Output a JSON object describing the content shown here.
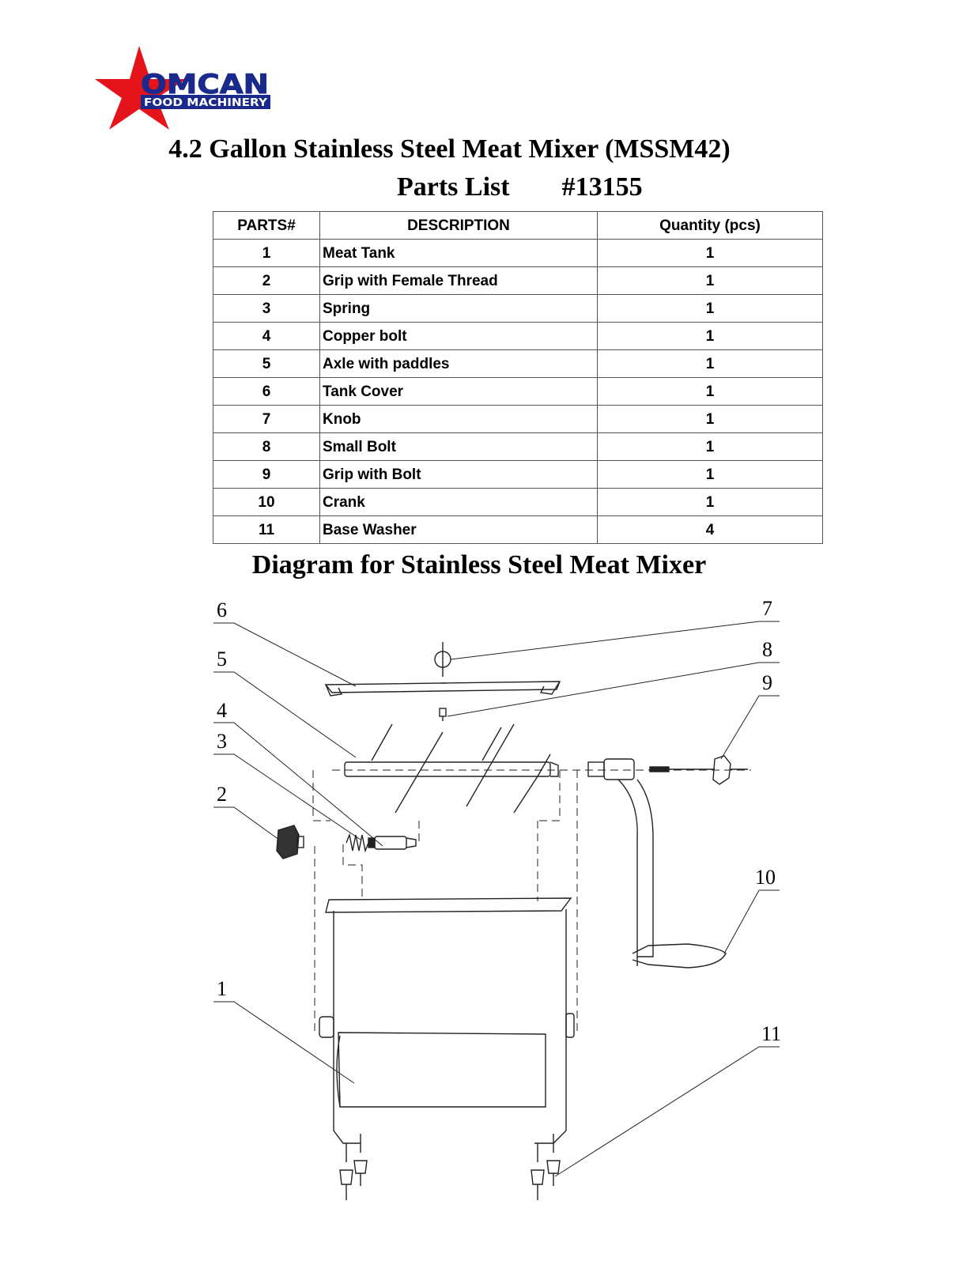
{
  "brand": {
    "name": "OMCAN",
    "tagline": "FOOD MACHINERY",
    "colors": {
      "star": "#e5141b",
      "navy": "#1a2a8c"
    }
  },
  "header": {
    "title": "4.2 Gallon Stainless Steel Meat Mixer (MSSM42)",
    "subtitle": "Parts List",
    "part_number": "#13155"
  },
  "parts_table": {
    "columns": [
      "PARTS#",
      "DESCRIPTION",
      "Quantity (pcs)"
    ],
    "rows": [
      {
        "num": "1",
        "desc": "Meat Tank",
        "qty": "1"
      },
      {
        "num": "2",
        "desc": "Grip with Female Thread",
        "qty": "1"
      },
      {
        "num": "3",
        "desc": "Spring",
        "qty": "1"
      },
      {
        "num": "4",
        "desc": "Copper bolt",
        "qty": "1"
      },
      {
        "num": "5",
        "desc": "Axle with paddles",
        "qty": "1"
      },
      {
        "num": "6",
        "desc": "Tank Cover",
        "qty": "1"
      },
      {
        "num": "7",
        "desc": "Knob",
        "qty": "1"
      },
      {
        "num": "8",
        "desc": "Small Bolt",
        "qty": "1"
      },
      {
        "num": "9",
        "desc": "Grip with Bolt",
        "qty": "1"
      },
      {
        "num": "10",
        "desc": "Crank",
        "qty": "1"
      },
      {
        "num": "11",
        "desc": "Base Washer",
        "qty": "4"
      }
    ]
  },
  "diagram": {
    "title": "Diagram for Stainless Steel Meat Mixer",
    "callouts": [
      "6",
      "5",
      "4",
      "3",
      "2",
      "1",
      "7",
      "8",
      "9",
      "10",
      "11"
    ]
  }
}
